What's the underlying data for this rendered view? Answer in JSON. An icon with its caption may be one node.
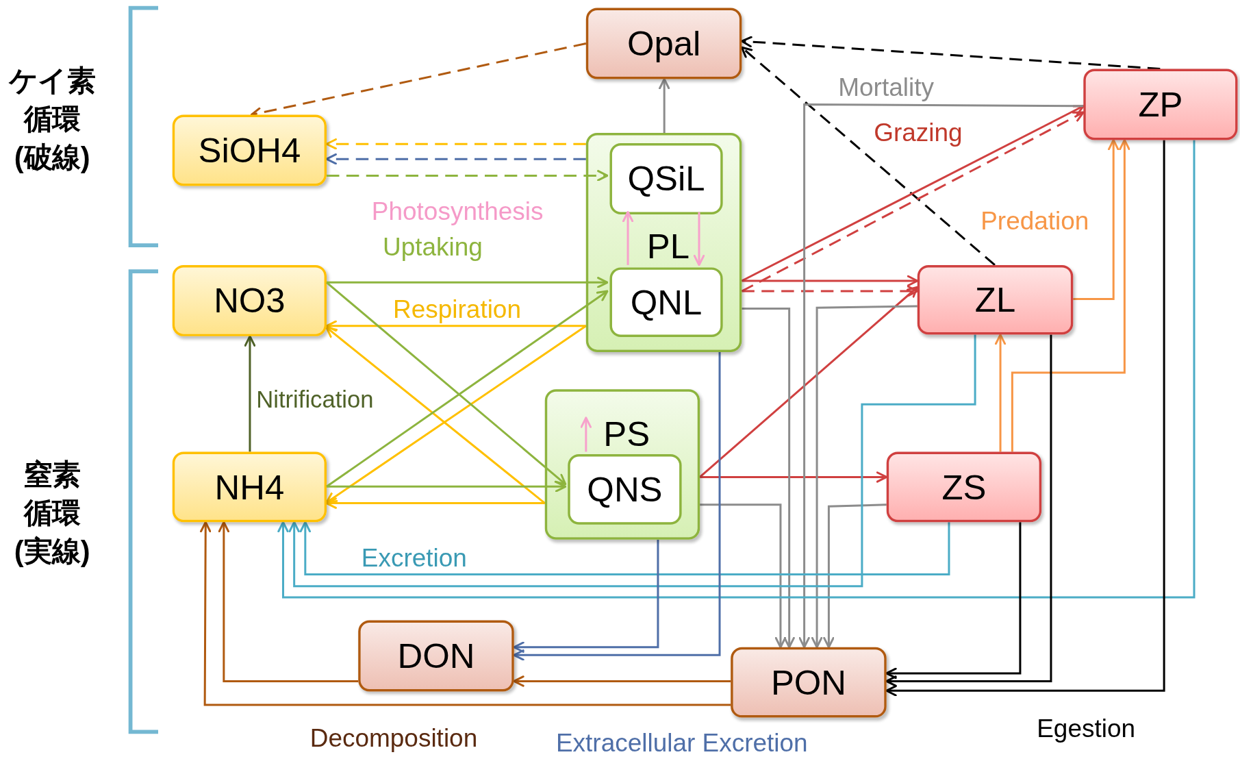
{
  "diagram": {
    "nodes": [
      {
        "text": [
          "Opal"
        ]
      },
      {
        "text": [
          "SiOH4"
        ]
      },
      {
        "text": [
          "PL"
        ]
      },
      {
        "text": [
          "QSiL"
        ],
        "in": 2
      },
      {
        "text": [
          "QNL"
        ],
        "in": 2
      },
      {
        "text": [
          "NO3"
        ]
      },
      {
        "text": [
          "PS"
        ]
      },
      {
        "text": [
          "QNS"
        ],
        "in": 6
      },
      {
        "text": [
          "NH4"
        ]
      },
      {
        "text": [
          "ZP"
        ]
      },
      {
        "text": [
          "ZL"
        ]
      },
      {
        "text": [
          "ZS"
        ]
      },
      {
        "text": [
          "DON"
        ]
      },
      {
        "text": [
          "PON"
        ]
      }
    ],
    "edges": [
      {
        "from": 0,
        "to": 1,
        "arrow": "to",
        "style": "dashed",
        "color": "#b05a10"
      },
      {
        "from": 2,
        "to": 1,
        "arrow": "to",
        "style": "dashed",
        "color": "#ffc000"
      },
      {
        "from": 2,
        "to": 1,
        "arrow": "to",
        "style": "dashed",
        "color": "#4f6fa8"
      },
      {
        "from": 1,
        "to": 3,
        "arrow": "to",
        "style": "dashed",
        "color": "#8db43e"
      },
      {
        "from": 2,
        "to": 0,
        "arrow": "to",
        "color": "#8c8c8c"
      },
      {
        "from": 9,
        "to": 0,
        "arrow": "to",
        "style": "dashed",
        "color": "#000000"
      },
      {
        "from": 10,
        "to": 0,
        "arrow": "to",
        "style": "dashed",
        "color": "#000000"
      },
      {
        "from": 4,
        "to": 3,
        "arrow": "to",
        "color": "#f7a1cc"
      },
      {
        "from": 3,
        "to": 4,
        "arrow": "to",
        "color": "#f7a1cc"
      },
      {
        "from": 7,
        "to": null,
        "arrow": "to",
        "color": "#f7a1cc"
      },
      {
        "from": 5,
        "to": 4,
        "arrow": "to",
        "color": "#8db43e"
      },
      {
        "from": 5,
        "to": 7,
        "arrow": "to",
        "color": "#8db43e"
      },
      {
        "from": 8,
        "to": 4,
        "arrow": "to",
        "color": "#8db43e"
      },
      {
        "from": 8,
        "to": 7,
        "arrow": "to",
        "color": "#8db43e"
      },
      {
        "from": 2,
        "to": 5,
        "arrow": "to",
        "color": "#ffc000"
      },
      {
        "from": 6,
        "to": 5,
        "arrow": "to",
        "color": "#ffc000"
      },
      {
        "from": 2,
        "to": 8,
        "arrow": "to",
        "color": "#ffc000"
      },
      {
        "from": 6,
        "to": 8,
        "arrow": "to",
        "color": "#ffc000"
      },
      {
        "from": 8,
        "to": 5,
        "arrow": "to",
        "color": "#4f6228"
      },
      {
        "from": 2,
        "to": 9,
        "arrow": "to",
        "color": "#d04040"
      },
      {
        "from": 2,
        "to": 9,
        "arrow": "to",
        "style": "dashed",
        "color": "#d04040"
      },
      {
        "from": 2,
        "to": 10,
        "arrow": "to",
        "color": "#d04040"
      },
      {
        "from": 2,
        "to": 10,
        "arrow": "to",
        "style": "dashed",
        "color": "#d04040"
      },
      {
        "from": 6,
        "to": 10,
        "arrow": "to",
        "color": "#d04040"
      },
      {
        "from": 6,
        "to": 11,
        "arrow": "to",
        "color": "#d04040"
      },
      {
        "from": 10,
        "to": 9,
        "arrow": "to",
        "color": "#f79646"
      },
      {
        "from": 11,
        "to": 9,
        "arrow": "to",
        "color": "#f79646"
      },
      {
        "from": 11,
        "to": 10,
        "arrow": "to",
        "color": "#f79646"
      },
      {
        "from": 9,
        "to": 13,
        "arrow": "to",
        "color": "#8c8c8c"
      },
      {
        "from": 2,
        "to": 13,
        "arrow": "to",
        "color": "#8c8c8c"
      },
      {
        "from": 10,
        "to": 13,
        "arrow": "to",
        "color": "#8c8c8c"
      },
      {
        "from": 6,
        "to": 13,
        "arrow": "to",
        "color": "#8c8c8c"
      },
      {
        "from": 11,
        "to": 13,
        "arrow": "to",
        "color": "#8c8c8c"
      },
      {
        "from": 11,
        "to": 8,
        "arrow": "to",
        "color": "#4bacc6"
      },
      {
        "from": 10,
        "to": 8,
        "arrow": "to",
        "color": "#4bacc6"
      },
      {
        "from": 9,
        "to": 8,
        "arrow": "to",
        "color": "#4bacc6"
      },
      {
        "from": 6,
        "to": 12,
        "arrow": "to",
        "color": "#4f6fa8"
      },
      {
        "from": 2,
        "to": 12,
        "arrow": "to",
        "color": "#4f6fa8"
      },
      {
        "from": 12,
        "to": 8,
        "arrow": "to",
        "color": "#b05a10"
      },
      {
        "from": 13,
        "to": 8,
        "arrow": "to",
        "color": "#b05a10"
      },
      {
        "from": 13,
        "to": 12,
        "arrow": "to",
        "color": "#b05a10"
      },
      {
        "from": 11,
        "to": 13,
        "arrow": "to",
        "color": "#000000"
      },
      {
        "from": 10,
        "to": 13,
        "arrow": "to",
        "color": "#000000"
      },
      {
        "from": 9,
        "to": 13,
        "arrow": "to",
        "color": "#000000"
      }
    ],
    "labels": [
      "ケイ素循環(破線)",
      "Mortality",
      "Grazing",
      "Photosynthesis",
      "Uptaking",
      "Predation",
      "Respiration",
      "Nitrification",
      "窒素循環(実線)",
      "Excretion",
      "Decomposition",
      "Extracellular Excretion",
      "Egestion"
    ]
  }
}
